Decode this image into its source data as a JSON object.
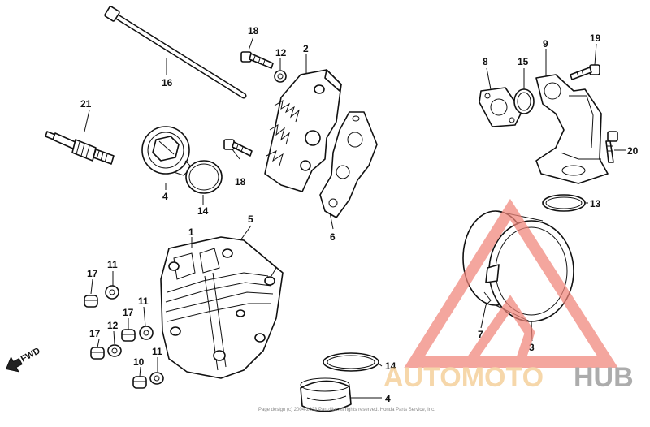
{
  "diagram": {
    "callouts": {
      "c1": "1",
      "c2": "2",
      "c3": "3",
      "c4_top": "4",
      "c4_bottom": "4",
      "c5": "5",
      "c6": "6",
      "c7": "7",
      "c8": "8",
      "c9": "9",
      "c10": "10",
      "c11_a": "11",
      "c11_b": "11",
      "c11_c": "11",
      "c12_top": "12",
      "c12_left": "12",
      "c13": "13",
      "c14_top": "14",
      "c14_bottom": "14",
      "c15": "15",
      "c16": "16",
      "c17_a": "17",
      "c17_b": "17",
      "c17_c": "17",
      "c18_top": "18",
      "c18_bottom": "18",
      "c19": "19",
      "c20": "20",
      "c21": "21"
    },
    "fwd_label": "FWD",
    "copyright": "Page design (c) 2004-2023 Partzilla. All rights reserved. Honda Parts Service, Inc."
  },
  "watermark": {
    "text_part1": "AUTOMOTO",
    "text_part2": "HUB",
    "color_triangle": "#f0857a",
    "color_text1": "#f3c88a",
    "color_text2": "#8d8d8d"
  }
}
